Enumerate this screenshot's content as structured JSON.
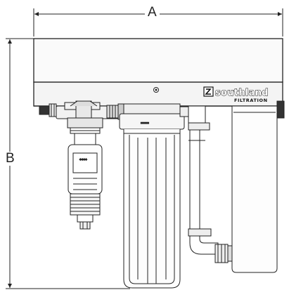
{
  "dimensions": {
    "width_label": "A",
    "height_label": "B"
  },
  "brand": {
    "name": "southland",
    "sub": "FILTRATION"
  }
}
